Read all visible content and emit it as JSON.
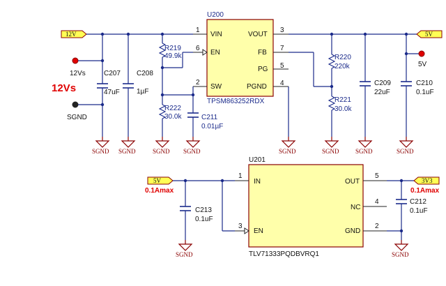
{
  "u200": {
    "ref": "U200",
    "part": "TPSM863252RDX",
    "pins": {
      "vin": "VIN",
      "en": "EN",
      "sw": "SW",
      "vout": "VOUT",
      "fb": "FB",
      "pg": "PG",
      "pgnd": "PGND"
    },
    "pin_numbers": {
      "vin": "1",
      "en": "6",
      "sw": "2",
      "vout": "3",
      "fb": "7",
      "pg": "5",
      "pgnd": "4"
    }
  },
  "u201": {
    "ref": "U201",
    "part": "TLV71333PQDBVRQ1",
    "pins": {
      "in": "IN",
      "en": "EN",
      "out": "OUT",
      "nc": "NC",
      "gnd": "GND"
    },
    "pin_numbers": {
      "in": "1",
      "en": "3",
      "out": "5",
      "nc": "4",
      "gnd": "2"
    }
  },
  "components": {
    "r219": {
      "ref": "R219",
      "value": "49.9k"
    },
    "r222": {
      "ref": "R222",
      "value": "30.0k"
    },
    "r220": {
      "ref": "R220",
      "value": "220k"
    },
    "r221": {
      "ref": "R221",
      "value": "30.0k"
    },
    "c207": {
      "ref": "C207",
      "value": "47uF"
    },
    "c208": {
      "ref": "C208",
      "value": "1µF"
    },
    "c211": {
      "ref": "C211",
      "value": "0.01µF"
    },
    "c209": {
      "ref": "C209",
      "value": "22uF"
    },
    "c210": {
      "ref": "C210",
      "value": "0.1uF"
    },
    "c213": {
      "ref": "C213",
      "value": "0.1uF"
    },
    "c212": {
      "ref": "C212",
      "value": "0.1uF"
    }
  },
  "nets": {
    "in12": "12V",
    "out5": "5V",
    "in5": "5V",
    "out3v3": "3V3",
    "gnd": "SGND"
  },
  "testpoints": {
    "tp12_label": "12Vs",
    "tp_gnd_label": "SGND",
    "tp5_label": "5V",
    "big_label": "12Vs"
  },
  "notes": {
    "ldo_in_current": "0.1Amax",
    "ldo_out_current": "0.1Amax"
  },
  "colors": {
    "wire": "#1a2a8a",
    "chip_fill": "#ffffaa",
    "red_text": "#e00000",
    "ground": "#8a0000"
  }
}
